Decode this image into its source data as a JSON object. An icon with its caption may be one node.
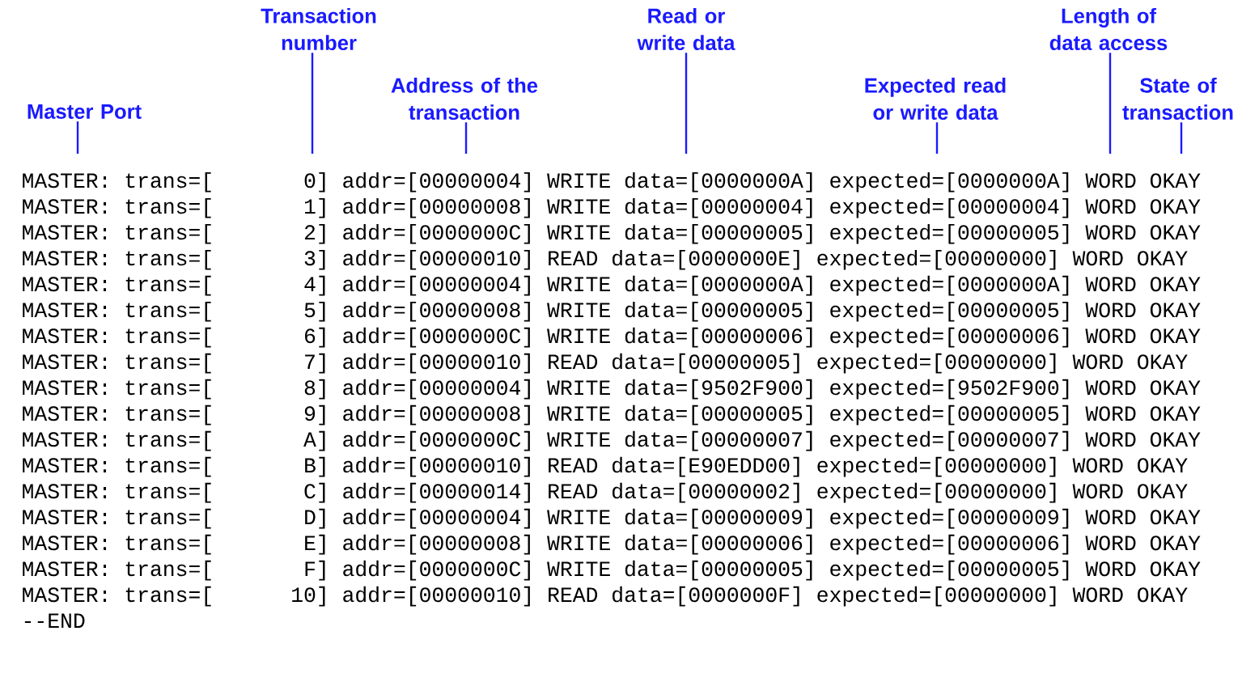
{
  "diagram": {
    "nodes": [
      {
        "text": [
          "Master Port"
        ]
      },
      {
        "text": [
          "Transaction number"
        ]
      },
      {
        "text": [
          "Address of the transaction"
        ]
      },
      {
        "text": [
          "Read or write data"
        ]
      },
      {
        "text": [
          "Expected read or write data"
        ]
      },
      {
        "text": [
          "Length of data access"
        ]
      },
      {
        "text": [
          "State of transaction"
        ]
      }
    ],
    "edges": [
      {
        "from": 0,
        "to": null,
        "arrow": "none"
      },
      {
        "from": 1,
        "to": null,
        "arrow": "none"
      },
      {
        "from": 2,
        "to": null,
        "arrow": "none"
      },
      {
        "from": 3,
        "to": null,
        "arrow": "none"
      },
      {
        "from": 4,
        "to": null,
        "arrow": "none"
      },
      {
        "from": 5,
        "to": null,
        "arrow": "none"
      },
      {
        "from": 6,
        "to": null,
        "arrow": "none"
      }
    ],
    "labels": [
      "MASTER: trans=[",
      "0]",
      "addr=[00000004]",
      "WRITE",
      "data=[0000000A]",
      "expected=[0000000A]",
      "WORD",
      "OKAY",
      "MASTER: trans=[",
      "1]",
      "addr=[00000008]",
      "WRITE",
      "data=[00000004]",
      "expected=[00000004]",
      "WORD",
      "OKAY",
      "MASTER: trans=[",
      "2]",
      "addr=[0000000C]",
      "WRITE",
      "data=[00000005]",
      "expected=[00000005]",
      "WORD",
      "OKAY",
      "MASTER: trans=[",
      "3]",
      "addr=[00000010]",
      "READ",
      "data=[0000000E]",
      "expected=[00000000]",
      "WORD",
      "OKAY",
      "MASTER: trans=[",
      "4]",
      "addr=[00000004]",
      "WRITE",
      "data=[0000000A]",
      "expected=[0000000A]",
      "WORD",
      "OKAY",
      "MASTER: trans=[",
      "5]",
      "addr=[00000008]",
      "WRITE",
      "data=[00000005]",
      "expected=[00000005]",
      "WORD",
      "OKAY",
      "MASTER: trans=[",
      "6]",
      "addr=[0000000C]",
      "WRITE",
      "data=[00000006]",
      "expected=[00000006]",
      "WORD",
      "OKAY",
      "MASTER: trans=[",
      "7]",
      "addr=[00000010]",
      "READ",
      "data=[00000005]",
      "expected=[00000000]",
      "WORD",
      "OKAY",
      "MASTER: trans=[",
      "8]",
      "addr=[00000004]",
      "WRITE",
      "data=[9502F900]",
      "expected=[9502F900]",
      "WORD",
      "OKAY",
      "MASTER: trans=[",
      "9]",
      "addr=[00000008]",
      "WRITE",
      "data=[00000005]",
      "expected=[00000005]",
      "WORD",
      "OKAY",
      "MASTER: trans=[",
      "A]",
      "addr=[0000000C]",
      "WRITE",
      "data=[00000007]",
      "expected=[00000007]",
      "WORD",
      "OKAY",
      "MASTER: trans=[",
      "B]",
      "addr=[00000010]",
      "READ",
      "data=[E90EDD00]",
      "expected=[00000000]",
      "WORD",
      "OKAY",
      "MASTER: trans=[",
      "C]",
      "addr=[00000014]",
      "READ",
      "data=[00000002]",
      "expected=[00000000]",
      "WORD",
      "OKAY",
      "MASTER: trans=[",
      "D]",
      "addr=[00000004]",
      "WRITE",
      "data=[00000009]",
      "expected=[00000009]",
      "WORD",
      "OKAY",
      "MASTER: trans=[",
      "E]",
      "addr=[00000008]",
      "WRITE",
      "data=[00000006]",
      "expected=[00000006]",
      "WORD",
      "OKAY",
      "MASTER: trans=[",
      "F]",
      "addr=[0000000C]",
      "WRITE",
      "data=[00000005]",
      "expected=[00000005]",
      "WORD",
      "OKAY",
      "MASTER: trans=[",
      "10]",
      "addr=[00000010]",
      "READ",
      "data=[0000000F]",
      "expected=[00000000]",
      "WORD",
      "OKAY",
      "--END"
    ]
  }
}
